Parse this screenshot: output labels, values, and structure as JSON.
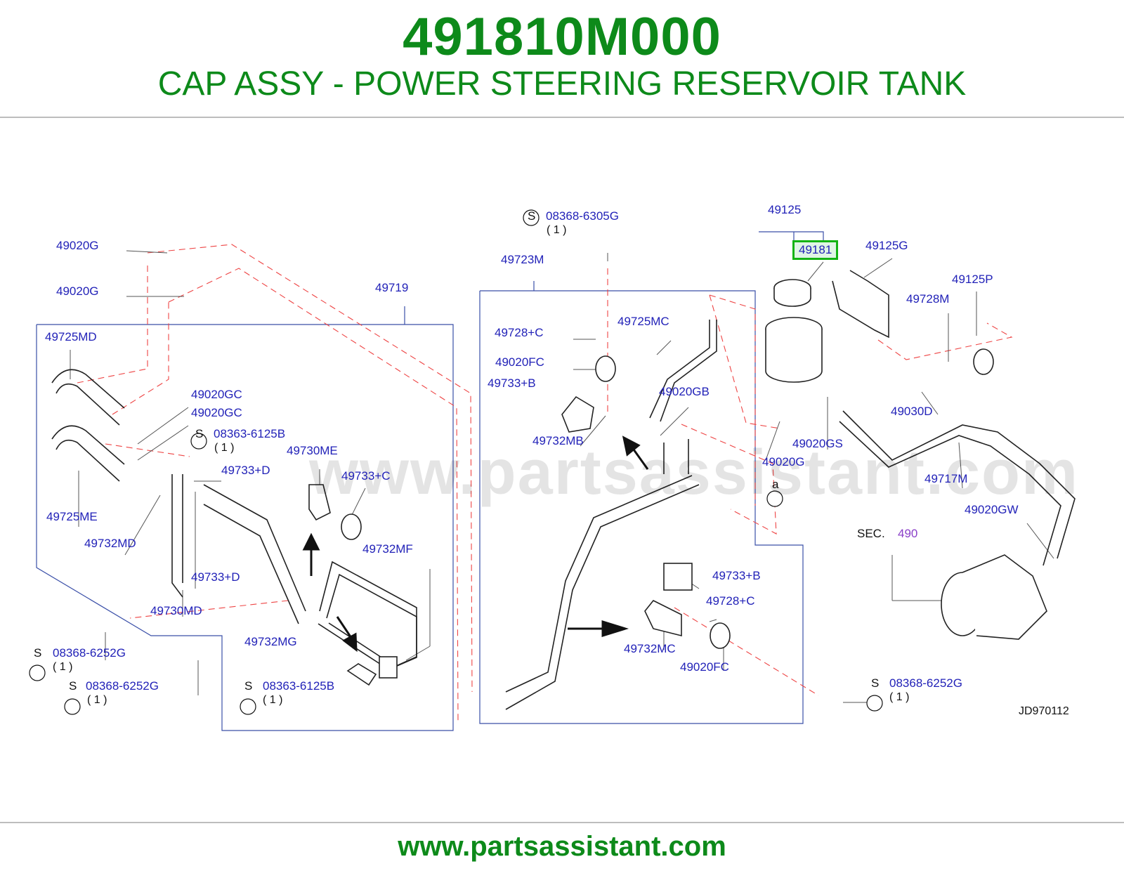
{
  "header": {
    "part_number": "491810M000",
    "part_name": "CAP ASSY - POWER STEERING RESERVOIR TANK"
  },
  "footer": {
    "url": "www.partsassistant.com"
  },
  "watermark": "www.partsassistant.com",
  "diagram": {
    "code": "JD970112",
    "section_prefix": "SEC.",
    "section_number": "490",
    "highlighted_part": "49181",
    "callout_letter": "a",
    "screw_symbol": "S",
    "qty": "( 1 )",
    "labels": {
      "l49020g_1": "49020G",
      "l49020g_2": "49020G",
      "l49719": "49719",
      "l49725md": "49725MD",
      "l49020gc_1": "49020GC",
      "l49020gc_2": "49020GC",
      "l08363_6125b_1": "08363-6125B",
      "l49730me": "49730ME",
      "l49733d_1": "49733+D",
      "l49733c": "49733+C",
      "l49725me": "49725ME",
      "l49732md": "49732MD",
      "l49732mf": "49732MF",
      "l49733d_2": "49733+D",
      "l49730md": "49730MD",
      "l08368_6252g_1": "08368-6252G",
      "l08368_6252g_2": "08368-6252G",
      "l49732mg": "49732MG",
      "l08363_6125b_2": "08363-6125B",
      "l08368_6305g": "08368-6305G",
      "l49723m": "49723M",
      "l49728c_1": "49728+C",
      "l49725mc": "49725MC",
      "l49020fc_1": "49020FC",
      "l49733b_1": "49733+B",
      "l49020gb": "49020GB",
      "l49732mb": "49732MB",
      "l49733b_2": "49733+B",
      "l49728c_2": "49728+C",
      "l49732mc": "49732MC",
      "l49020fc_2": "49020FC",
      "l08368_6252g_3": "08368-6252G",
      "l49125": "49125",
      "l49125g": "49125G",
      "l49125p": "49125P",
      "l49728m": "49728M",
      "l49030d": "49030D",
      "l49020gs": "49020GS",
      "l49020g_3": "49020G",
      "l49717m": "49717M",
      "l49020gw": "49020GW"
    }
  }
}
